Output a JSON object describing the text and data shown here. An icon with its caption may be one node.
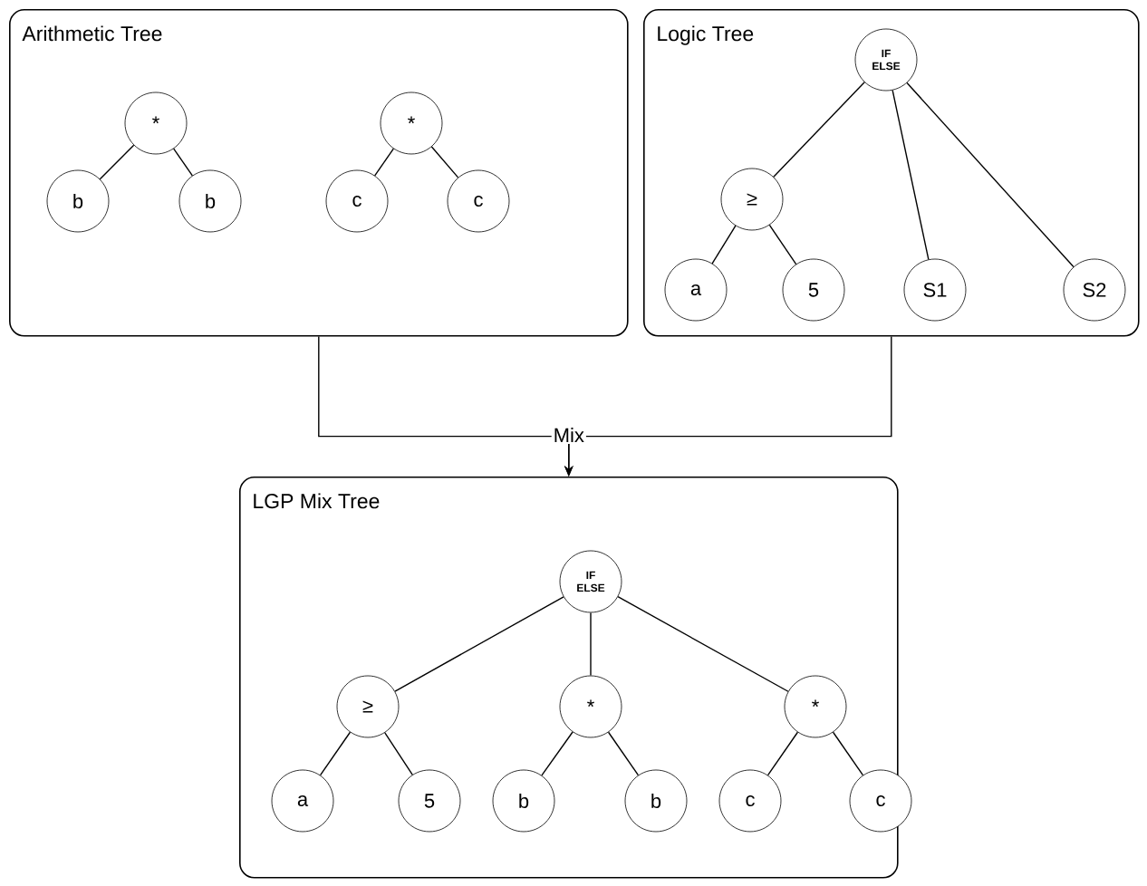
{
  "diagram": {
    "nodes": [
      {
        "text": [
          "Arithmetic Tree"
        ]
      },
      {
        "text": [
          "*"
        ],
        "in": 0
      },
      {
        "text": [
          "b"
        ],
        "in": 0
      },
      {
        "text": [
          "b"
        ],
        "in": 0
      },
      {
        "text": [
          "*"
        ],
        "in": 0
      },
      {
        "text": [
          "c"
        ],
        "in": 0
      },
      {
        "text": [
          "c"
        ],
        "in": 0
      },
      {
        "text": [
          "Logic Tree"
        ]
      },
      {
        "text": [
          "IF ELSE"
        ],
        "in": 7
      },
      {
        "text": [
          "≥"
        ],
        "in": 7
      },
      {
        "text": [
          "a"
        ],
        "in": 7
      },
      {
        "text": [
          "5"
        ],
        "in": 7
      },
      {
        "text": [
          "S1"
        ],
        "in": 7
      },
      {
        "text": [
          "S2"
        ],
        "in": 7
      },
      {
        "text": [
          "LGP Mix Tree"
        ]
      },
      {
        "text": [
          "IF ELSE"
        ],
        "in": 14
      },
      {
        "text": [
          "≥"
        ],
        "in": 14
      },
      {
        "text": [
          "*"
        ],
        "in": 14
      },
      {
        "text": [
          "*"
        ],
        "in": 14
      },
      {
        "text": [
          "a"
        ],
        "in": 14
      },
      {
        "text": [
          "5"
        ],
        "in": 14
      },
      {
        "text": [
          "b"
        ],
        "in": 14
      },
      {
        "text": [
          "b"
        ],
        "in": 14
      },
      {
        "text": [
          "c"
        ],
        "in": 14
      },
      {
        "text": [
          "c"
        ],
        "in": 14
      }
    ],
    "edges": [
      {
        "from": 0,
        "to": 14,
        "arrow": "to",
        "label": "Mix"
      },
      {
        "from": 7,
        "to": 14,
        "arrow": "to"
      },
      {
        "from": 1,
        "to": 2,
        "arrow": "none"
      },
      {
        "from": 1,
        "to": 3,
        "arrow": "none"
      },
      {
        "from": 4,
        "to": 5,
        "arrow": "none"
      },
      {
        "from": 4,
        "to": 6,
        "arrow": "none"
      },
      {
        "from": 8,
        "to": 9,
        "arrow": "none"
      },
      {
        "from": 8,
        "to": 12,
        "arrow": "none"
      },
      {
        "from": 8,
        "to": 13,
        "arrow": "none"
      },
      {
        "from": 9,
        "to": 10,
        "arrow": "none"
      },
      {
        "from": 9,
        "to": 11,
        "arrow": "none"
      },
      {
        "from": 15,
        "to": 16,
        "arrow": "none"
      },
      {
        "from": 15,
        "to": 17,
        "arrow": "none"
      },
      {
        "from": 15,
        "to": 18,
        "arrow": "none"
      },
      {
        "from": 16,
        "to": 19,
        "arrow": "none"
      },
      {
        "from": 16,
        "to": 20,
        "arrow": "none"
      },
      {
        "from": 17,
        "to": 21,
        "arrow": "none"
      },
      {
        "from": 17,
        "to": 22,
        "arrow": "none"
      },
      {
        "from": 18,
        "to": 23,
        "arrow": "none"
      },
      {
        "from": 18,
        "to": 24,
        "arrow": "none"
      }
    ]
  }
}
